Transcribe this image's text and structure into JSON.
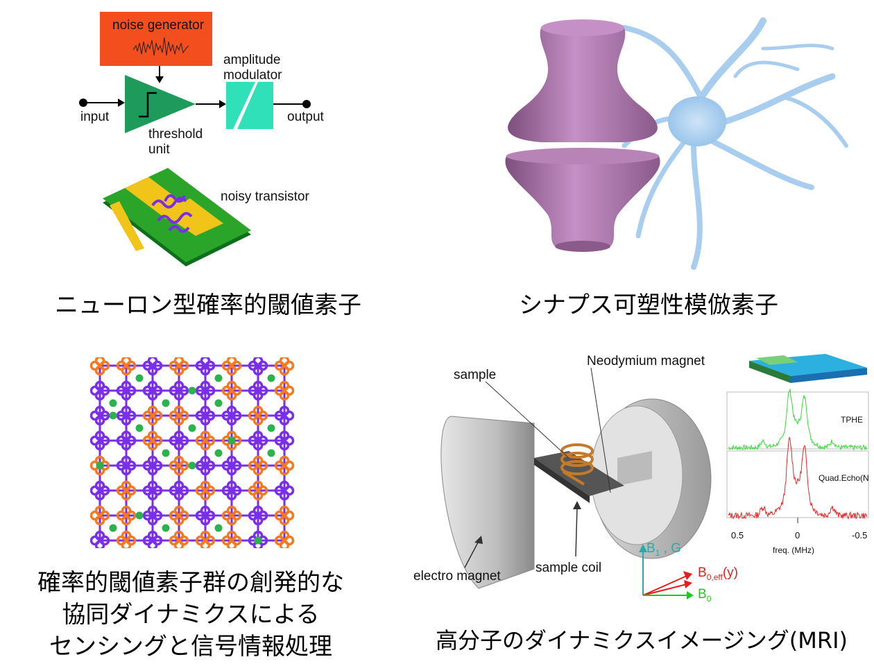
{
  "circuit": {
    "noise_generator": "noise generator",
    "input": "input",
    "output": "output",
    "threshold_line1": "threshold",
    "threshold_line2": "unit",
    "modulator_line1": "amplitude",
    "modulator_line2": "modulator",
    "transistor": "noisy transistor"
  },
  "captions": {
    "neuron": "ニューロン型確率的閾値素子",
    "synapse": "シナプス可塑性模倣素子",
    "emergent_line1": "確率的閾値素子群の創発的な",
    "emergent_line2": "協同ダイナミクスによる",
    "emergent_line3": "センシングと信号情報処理",
    "mri": "高分子のダイナミクスイメージング(MRI)"
  },
  "mri": {
    "sample": "sample",
    "magnet": "Neodymium magnet",
    "electro": "electro magnet",
    "coil": "sample coil",
    "b1": "B",
    "b1_sub": "1",
    "b1_rest": " , G",
    "b0eff": "B",
    "b0eff_sub": "0,eff",
    "b0eff_rest": "(y)",
    "b0": "B",
    "b0_sub": "0"
  },
  "spectrum": {
    "series1": "TPHE",
    "series2": "Quad.Echo(N",
    "ticks": [
      "0.5",
      "0",
      "-0.5"
    ],
    "xlabel": "freq. (MHz)"
  },
  "colors": {
    "noise_box": "#f24e1e",
    "threshold": "#1e9a5a",
    "modulator": "#2fe0b8",
    "purple_lattice": "#7a2ee8",
    "orange_node": "#f47a20",
    "green_dot": "#2bb24c",
    "synapse": "#b07ab0",
    "neuron_cell": "#a8cdef",
    "arrow_b1": "#2aa9a9",
    "arrow_b0eff": "#e41d1d",
    "arrow_b0": "#1ec81e"
  }
}
